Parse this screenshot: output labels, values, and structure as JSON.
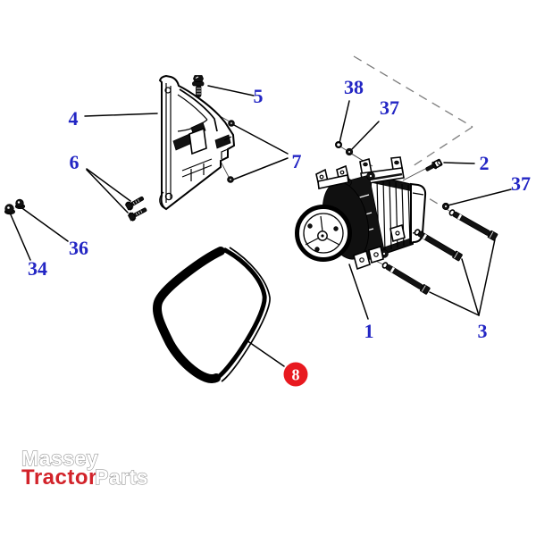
{
  "colors": {
    "label-blue": "#2326c4",
    "badge-red": "#e8191f",
    "logo-red": "#d2232a",
    "logo-gray": "#999999"
  },
  "diagram": {
    "type": "exploded-parts-diagram",
    "callouts": {
      "l1": "1",
      "l2": "2",
      "l3": "3",
      "l4": "4",
      "l5": "5",
      "l6": "6",
      "l7": "7",
      "l34": "34",
      "l36": "36",
      "l37a": "37",
      "l37b": "37",
      "l38": "38"
    },
    "highlighted_callout": "8"
  },
  "logo": {
    "line1": "Massey",
    "line2_red": "Tractor",
    "line2_gray": "Parts"
  }
}
